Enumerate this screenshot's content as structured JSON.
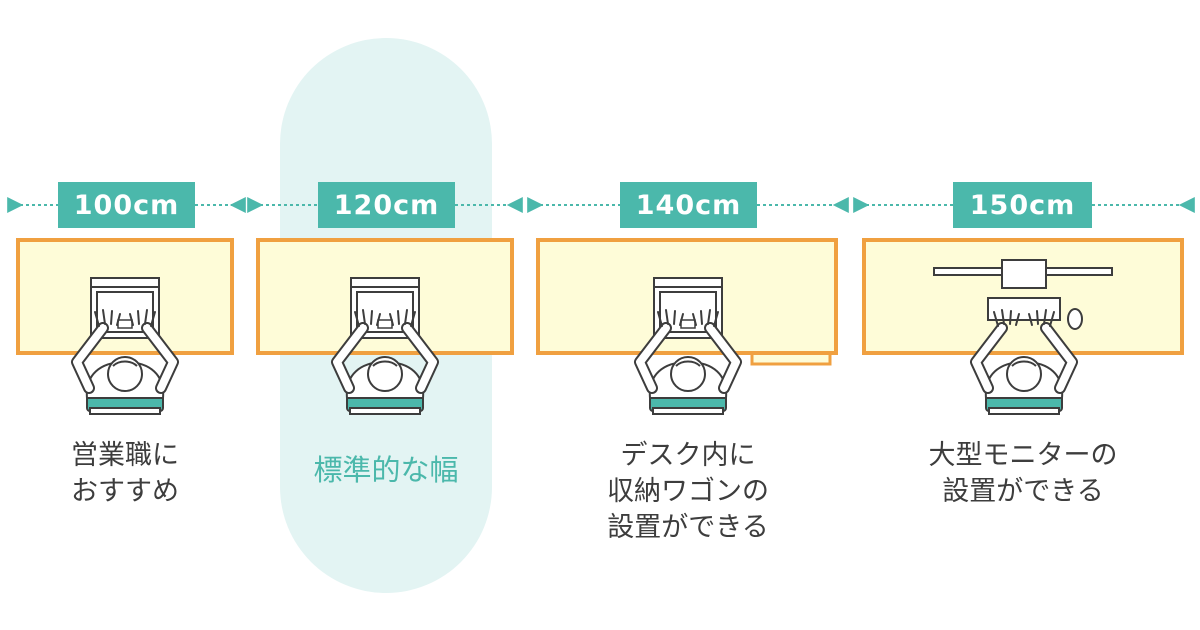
{
  "desks": [
    {
      "width_label": "100cm",
      "caption": "営業職に\nおすすめ",
      "highlighted": false
    },
    {
      "width_label": "120cm",
      "caption": "標準的な幅",
      "highlighted": true
    },
    {
      "width_label": "140cm",
      "caption": "デスク内に\n収納ワゴンの\n設置ができる",
      "highlighted": false
    },
    {
      "width_label": "150cm",
      "caption": "大型モニターの\n設置ができる",
      "highlighted": false
    }
  ],
  "colors": {
    "teal": "#4bb8ab",
    "desk_fill": "#fefcd8",
    "desk_border": "#f0a040",
    "highlight": "#e3f4f3",
    "text": "#3d3d3d"
  }
}
